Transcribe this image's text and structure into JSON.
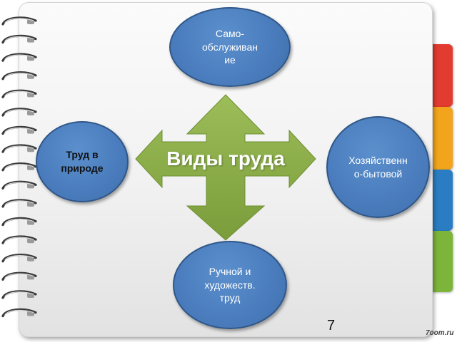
{
  "diagram": {
    "center_label": "Виды труда",
    "nodes": {
      "top": "Само-\nобслуживан\nие",
      "left": "Труд в\nприроде",
      "right": "Хозяйственн\nо-бытовой",
      "bottom": "Ручной  и\nхудожеств.\nтруд"
    }
  },
  "slide": {
    "page_number": "7",
    "watermark": "7oom.ru"
  },
  "colors": {
    "circle": "#4a7cbd",
    "arrow": "#8cae48",
    "tabs": [
      "#e8322b",
      "#f3a21a",
      "#2c7fc4",
      "#7fb83a"
    ]
  }
}
